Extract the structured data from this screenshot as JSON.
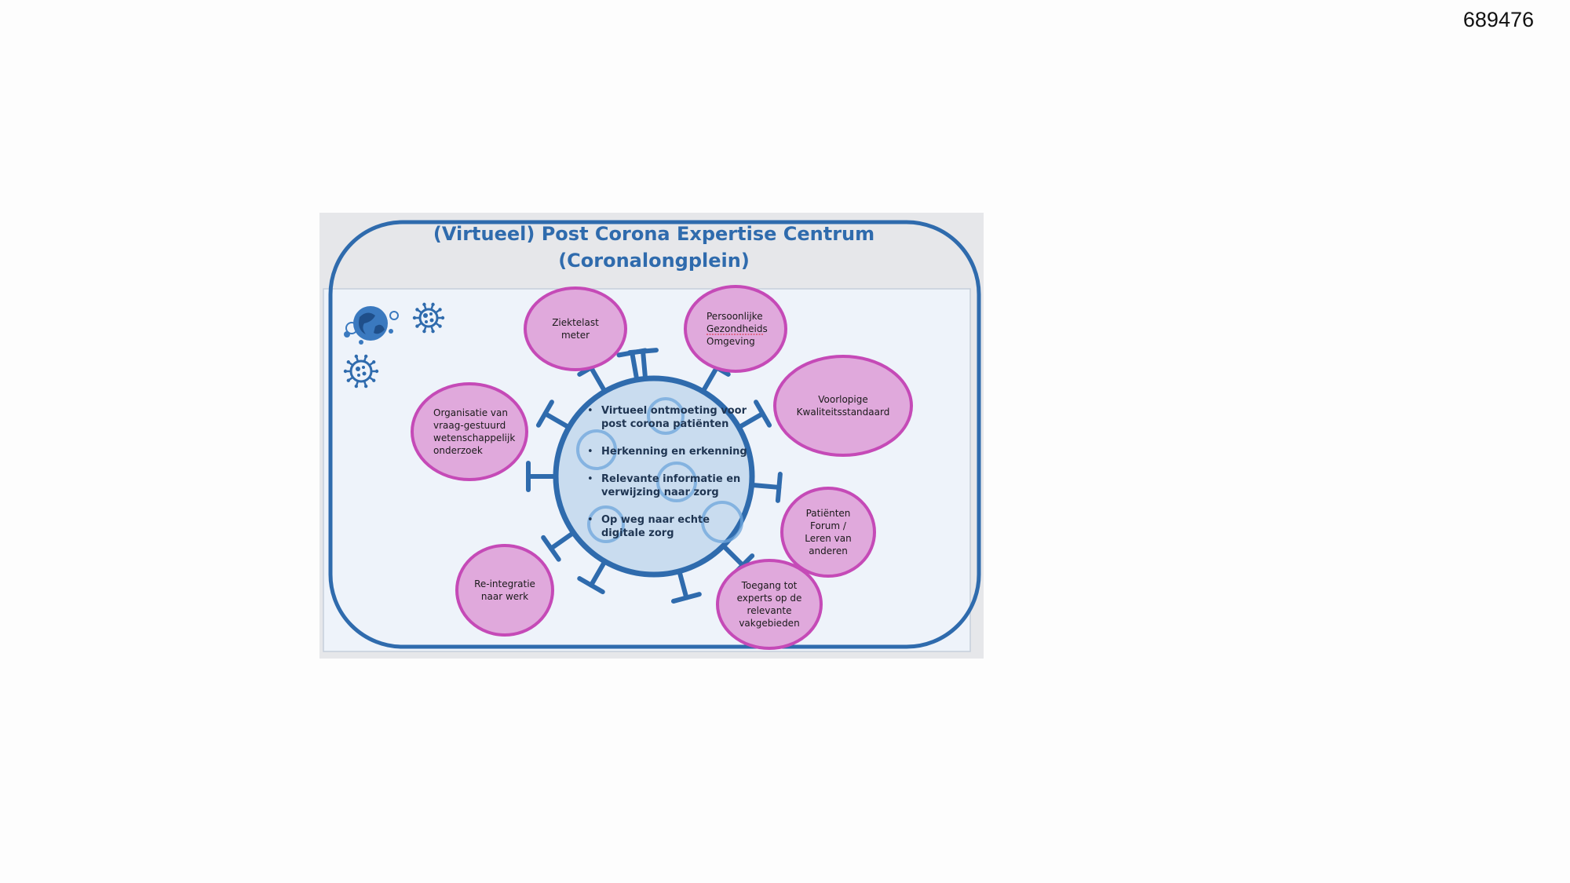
{
  "page_number": "689476",
  "title_line1": "(Virtueel) Post Corona Expertise Centrum",
  "title_line2": "(Coronalongplein)",
  "core_items": [
    [
      "Virtueel ontmoeting voor",
      "post corona patiënten"
    ],
    [
      "Herkenning en erkenning"
    ],
    [
      "Relevante informatie en",
      "verwijzing naar zorg"
    ],
    [
      "Op weg naar echte",
      "digitale zorg"
    ]
  ],
  "nodes": [
    {
      "id": "ziektelast",
      "lines": [
        "Ziektelast",
        "meter"
      ]
    },
    {
      "id": "pgo",
      "lines": [
        "Persoonlijke",
        "Gezondheids",
        "Omgeving"
      ]
    },
    {
      "id": "kwaliteit",
      "lines": [
        "Voorlopige",
        "Kwaliteitsstandaard"
      ]
    },
    {
      "id": "forum",
      "lines": [
        "Patiënten",
        "Forum /",
        "Leren van",
        "anderen"
      ]
    },
    {
      "id": "experts",
      "lines": [
        "Toegang tot",
        "experts op de",
        "relevante",
        "vakgebieden"
      ]
    },
    {
      "id": "reintegratie",
      "lines": [
        "Re-integratie",
        "naar werk"
      ]
    },
    {
      "id": "onderzoek",
      "lines": [
        "Organisatie van",
        "vraag-gestuurd",
        "wetenschappelijk",
        "onderzoek"
      ]
    }
  ],
  "colors": {
    "frame_blue": "#2f6bad",
    "core_fill": "#c9dcef",
    "node_fill": "#e0a9dc",
    "node_stroke": "#c54ab7",
    "panel_fill": "#eaf1fa"
  },
  "icons": [
    "globe-virus-icon",
    "virus-icon",
    "virus-icon"
  ]
}
